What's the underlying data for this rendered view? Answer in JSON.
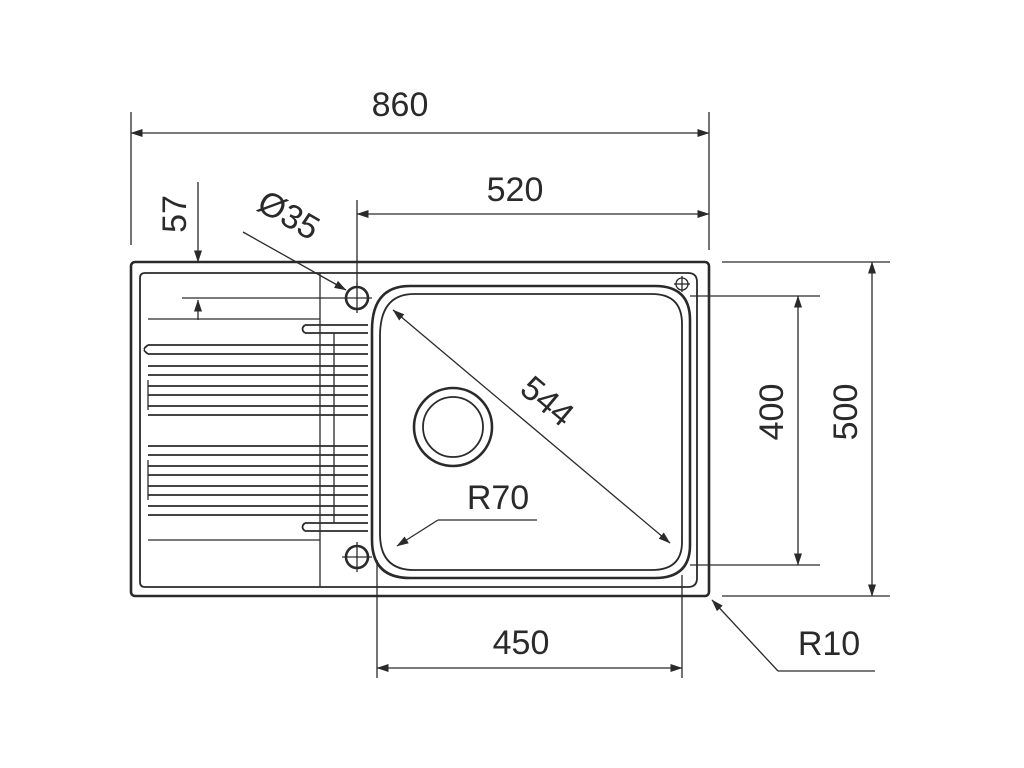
{
  "diagram": {
    "line_color": "#2a2a2a",
    "background": "#ffffff",
    "dimensions": {
      "overall_width": "860",
      "bowl_width_upper": "520",
      "edge_offset": "57",
      "hole_diameter": "Ø35",
      "diagonal": "544",
      "corner_radius_bowl": "R70",
      "bowl_height": "400",
      "overall_height": "500",
      "bowl_width_lower": "450",
      "corner_radius_outer": "R10"
    }
  }
}
